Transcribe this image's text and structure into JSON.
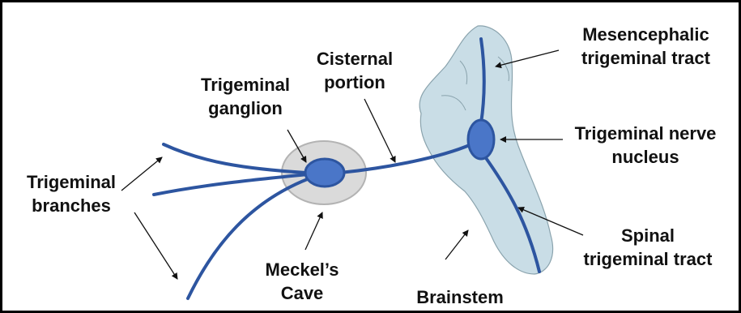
{
  "colors": {
    "nerve": "#2d55a0",
    "nucleus_fill": "#4a76c8",
    "brainstem_fill": "#c9dde6",
    "brainstem_stroke": "#8aa3ad",
    "cave_fill": "#dadada",
    "cave_stroke": "#b3b3b3",
    "text": "#111111",
    "border": "#000000"
  },
  "labels": {
    "trigeminal_branches": [
      "Trigeminal",
      "branches"
    ],
    "trigeminal_ganglion": [
      "Trigeminal",
      "ganglion"
    ],
    "meckels_cave": [
      "Meckel’s",
      "Cave"
    ],
    "cisternal_portion": [
      "Cisternal",
      "portion"
    ],
    "mesencephalic_tract": [
      "Mesencephalic",
      "trigeminal tract"
    ],
    "nerve_nucleus": [
      "Trigeminal nerve",
      "nucleus"
    ],
    "spinal_tract": [
      "Spinal",
      "trigeminal tract"
    ],
    "brainstem": "Brainstem"
  }
}
